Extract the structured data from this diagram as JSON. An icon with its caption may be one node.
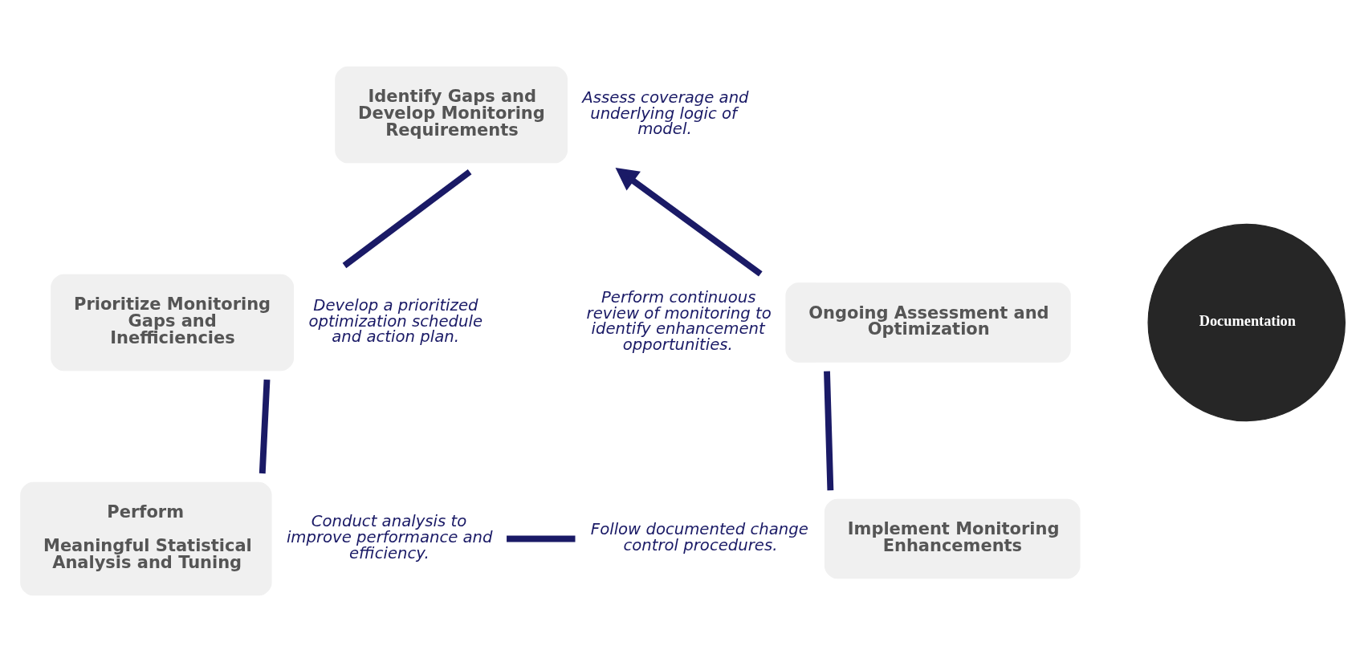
{
  "diagram": {
    "nodes": [
      {
        "text": [
          "Identify Gaps and Develop Monitoring Requirements"
        ],
        "beside": [
          "Assess coverage and underlying logic of model."
        ]
      },
      {
        "text": [
          "Prioritize Monitoring Gaps and Inefficiencies"
        ],
        "beside": [
          "Develop a prioritized optimization schedule and action plan."
        ]
      },
      {
        "text": [
          "Perform",
          "Meaningful Statistical Analysis and Tuning"
        ],
        "beside": [
          "Conduct analysis to improve performance and efficiency."
        ]
      },
      {
        "text": [
          "Implement Monitoring Enhancements"
        ],
        "beside": [
          "Follow documented change control procedures."
        ]
      },
      {
        "text": [
          "Ongoing Assessment and Optimization"
        ],
        "beside": [
          "Perform continuous review of monitoring to identify enhancement opportunities."
        ]
      },
      {
        "text": [
          "Documentation"
        ]
      }
    ],
    "edges": [
      {
        "from": 0,
        "to": 1,
        "arrow": "none"
      },
      {
        "from": 1,
        "to": 2,
        "arrow": "none"
      },
      {
        "from": 2,
        "to": 3,
        "arrow": "none"
      },
      {
        "from": 3,
        "to": 4,
        "arrow": "none"
      },
      {
        "from": 4,
        "to": 0,
        "arrow": "to"
      }
    ]
  }
}
